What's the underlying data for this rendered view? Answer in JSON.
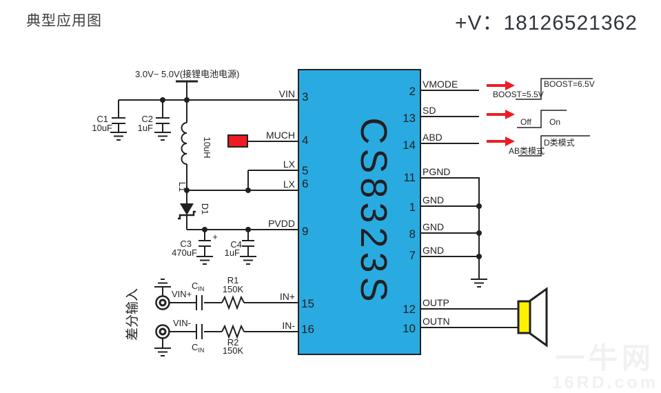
{
  "header": {
    "title": "典型应用图",
    "phone": "+V：18126521362"
  },
  "chip": {
    "name": "CS8323S"
  },
  "power": {
    "supply_label": "3.0V~ 5.0V(接锂电池电源)"
  },
  "components": {
    "c1": {
      "ref": "C1",
      "value": "10uF"
    },
    "c2": {
      "ref": "C2",
      "value": "1uF"
    },
    "l1": {
      "ref": "L1",
      "value": "10uH"
    },
    "d1": {
      "ref": "D1"
    },
    "c3": {
      "ref": "C3",
      "value": "470uF",
      "polarity": "+"
    },
    "c4": {
      "ref": "C4",
      "value": "1uF"
    },
    "r1": {
      "ref": "R1",
      "value": "150K"
    },
    "r2": {
      "ref": "R2",
      "value": "150K"
    },
    "cin_top": {
      "ref": "C",
      "sub": "IN"
    },
    "cin_bottom": {
      "ref": "C",
      "sub": "IN"
    }
  },
  "inputs": {
    "section_label": "差分输入",
    "vin_plus": "VIN+",
    "vin_minus": "VIN-"
  },
  "pins_left": [
    {
      "num": "3",
      "label": "VIN"
    },
    {
      "num": "4",
      "label": "MUCH"
    },
    {
      "num": "5",
      "label": "LX"
    },
    {
      "num": "6",
      "label": "LX"
    },
    {
      "num": "9",
      "label": "PVDD"
    },
    {
      "num": "15",
      "label": "IN+"
    },
    {
      "num": "16",
      "label": "IN-"
    }
  ],
  "pins_right": [
    {
      "num": "2",
      "label": "VMODE"
    },
    {
      "num": "13",
      "label": "SD"
    },
    {
      "num": "14",
      "label": "ABD"
    },
    {
      "num": "11",
      "label": "PGND"
    },
    {
      "num": "1",
      "label": "GND"
    },
    {
      "num": "8",
      "label": "GND"
    },
    {
      "num": "7",
      "label": "GND"
    },
    {
      "num": "12",
      "label": "OUTP"
    },
    {
      "num": "10",
      "label": "OUTN"
    }
  ],
  "waveforms": [
    {
      "pin": "VMODE",
      "low": "BOOST=5.5V",
      "high": "BOOST=6.5V"
    },
    {
      "pin": "SD",
      "low": "Off",
      "high": "On"
    },
    {
      "pin": "ABD",
      "low": "AB类模式",
      "high": "D类模式"
    }
  ],
  "watermark": {
    "line1": "一牛网",
    "line2": "16RD.com"
  },
  "colors": {
    "chip_fill": "#29ABE2",
    "accent_red": "#ED1C24",
    "speaker_yellow": "#FFF200",
    "wire": "#231F20"
  }
}
